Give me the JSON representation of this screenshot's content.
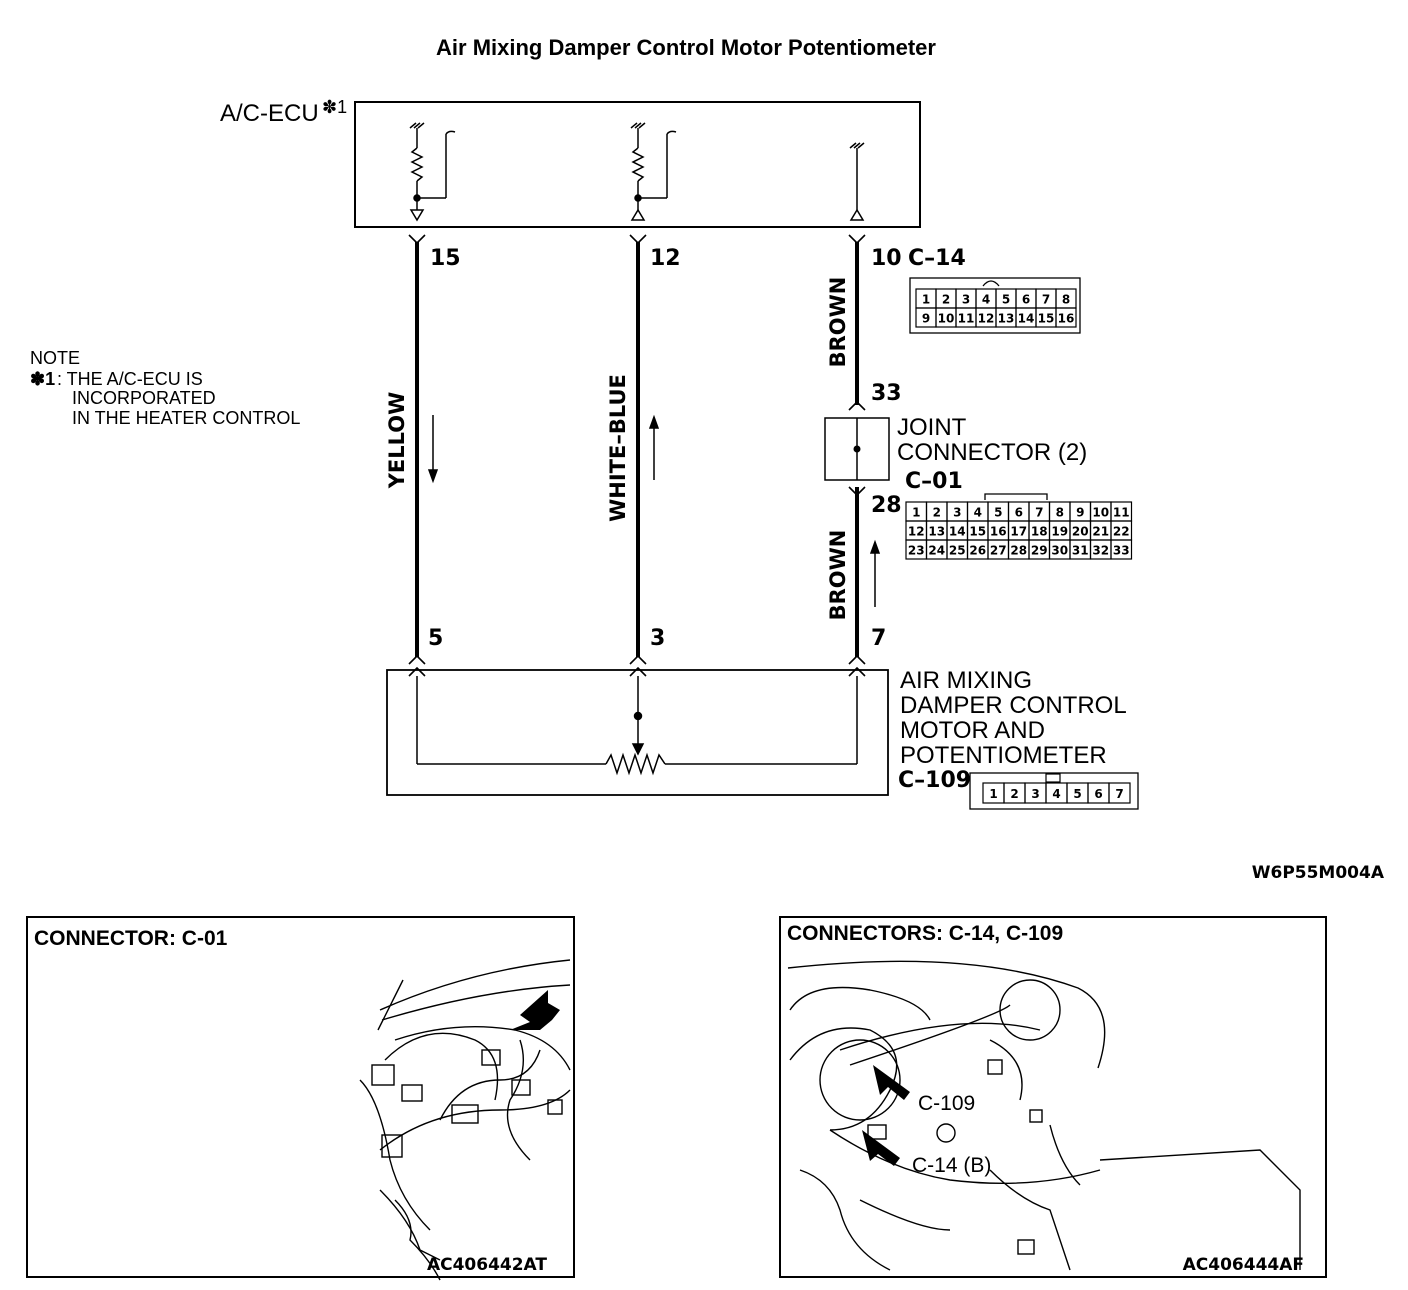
{
  "title": "Air Mixing Damper Control Motor Potentiometer",
  "ecu": {
    "label": "A/C-ECU",
    "mark": "✽1"
  },
  "note": {
    "heading": "NOTE",
    "mark": "✽1",
    "lines": [
      ": THE A/C-ECU IS",
      "INCORPORATED",
      "IN THE HEATER CONTROL"
    ]
  },
  "wires": [
    {
      "color_label": "YELLOW",
      "ecu_pin": "15",
      "motor_pin": "5",
      "arrow": "down"
    },
    {
      "color_label": "WHITE–BLUE",
      "ecu_pin": "12",
      "motor_pin": "3",
      "arrow": "up"
    },
    {
      "color_label_upper": "BROWN",
      "color_label_lower": "BROWN",
      "ecu_pin": "10",
      "joint_in_pin": "33",
      "joint_out_pin": "28",
      "motor_pin": "7",
      "arrow": "up"
    }
  ],
  "connectors": {
    "c14": {
      "name": "C–14",
      "rows": [
        [
          "1",
          "2",
          "3",
          "4",
          "5",
          "6",
          "7",
          "8"
        ],
        [
          "9",
          "10",
          "11",
          "12",
          "13",
          "14",
          "15",
          "16"
        ]
      ]
    },
    "c01": {
      "name": "C–01",
      "rows": [
        [
          "1",
          "2",
          "3",
          "4",
          "5",
          "6",
          "7",
          "8",
          "9",
          "10",
          "11"
        ],
        [
          "12",
          "13",
          "14",
          "15",
          "16",
          "17",
          "18",
          "19",
          "20",
          "21",
          "22"
        ],
        [
          "23",
          "24",
          "25",
          "26",
          "27",
          "28",
          "29",
          "30",
          "31",
          "32",
          "33"
        ]
      ]
    },
    "c109": {
      "name": "C–109",
      "rows": [
        [
          "1",
          "2",
          "3",
          "4",
          "5",
          "6",
          "7"
        ]
      ]
    }
  },
  "joint_connector": {
    "lines": [
      "JOINT",
      "CONNECTOR (2)"
    ]
  },
  "motor": {
    "lines": [
      "AIR MIXING",
      "DAMPER CONTROL",
      "MOTOR AND",
      "POTENTIOMETER"
    ]
  },
  "diagram_code": "W6P55M004A",
  "panels": [
    {
      "title": "CONNECTOR: C-01",
      "code": "AC406442AT",
      "callouts": []
    },
    {
      "title": "CONNECTORS: C-14, C-109",
      "code": "AC406444AF",
      "callouts": [
        "C-109",
        "C-14 (B)"
      ]
    }
  ]
}
